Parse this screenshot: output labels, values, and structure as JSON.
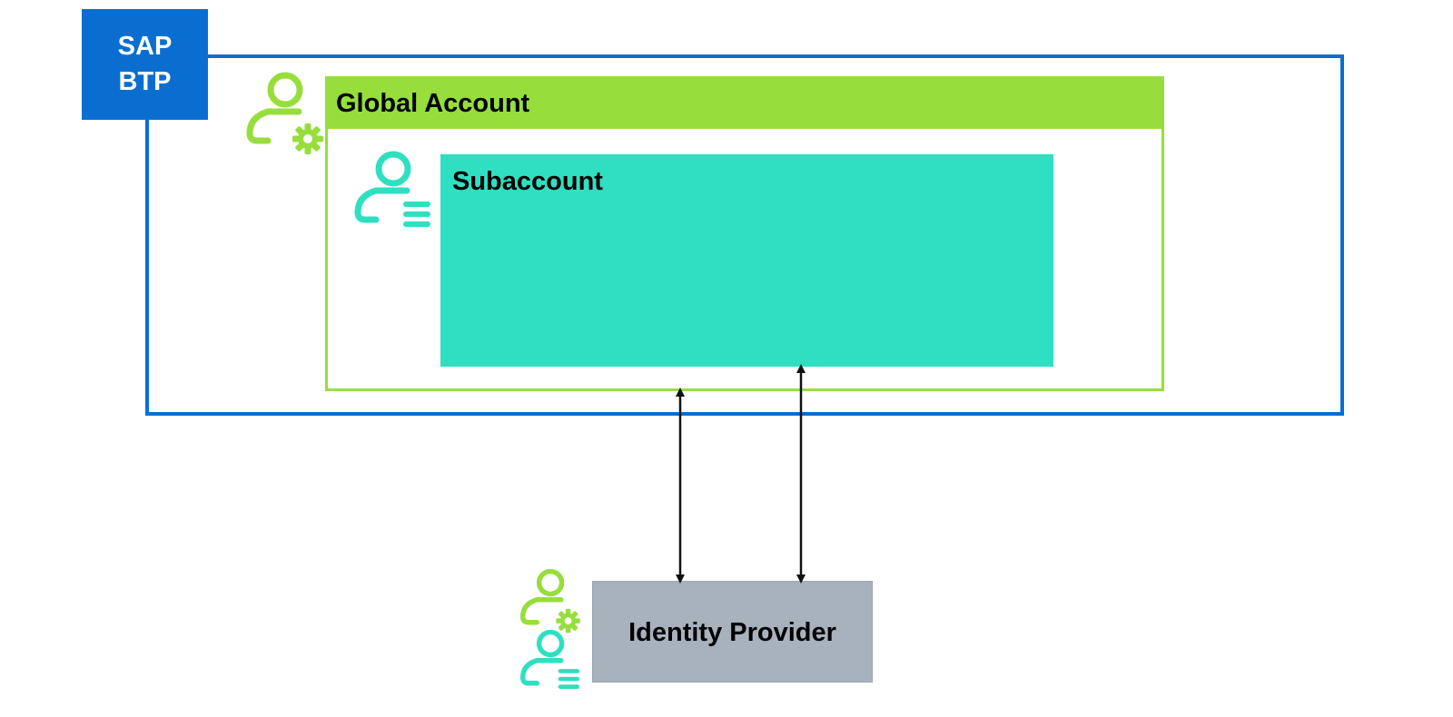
{
  "btp": {
    "label_line1": "SAP",
    "label_line2": "BTP",
    "color": "#0a6ed1"
  },
  "global_account": {
    "title": "Global Account",
    "color": "#97de3d",
    "icon": "user-settings-icon"
  },
  "subaccount": {
    "title": "Subaccount",
    "color": "#2ee0c1",
    "icon": "user-list-icon"
  },
  "identity_provider": {
    "title": "Identity Provider",
    "color": "#a8b2bd",
    "icons": [
      "user-settings-icon",
      "user-list-icon"
    ]
  },
  "connections": [
    {
      "from": "identity-provider",
      "to": "global-account",
      "direction": "bidirectional"
    },
    {
      "from": "identity-provider",
      "to": "subaccount",
      "direction": "bidirectional"
    }
  ]
}
